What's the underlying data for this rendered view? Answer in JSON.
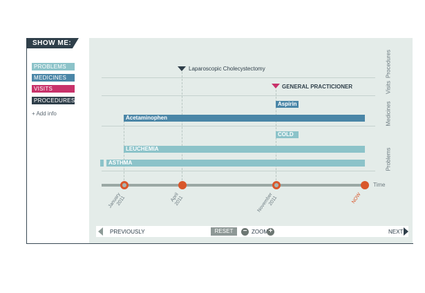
{
  "sidebar": {
    "title": "SHOW ME:",
    "filters": [
      {
        "label": "PROBLEMS",
        "color": "#8cc3c9"
      },
      {
        "label": "MEDICINES",
        "color": "#4a86a7"
      },
      {
        "label": "VISITS",
        "color": "#c8326a"
      },
      {
        "label": "PROCEDURES",
        "color": "#2f3f4a"
      }
    ],
    "add_info": "+ Add info"
  },
  "categories": [
    "Procedures",
    "Visits",
    "Medicines",
    "Problems"
  ],
  "events": {
    "procedure": "Laparoscopic Cholecystectomy",
    "visit": "GENERAL PRACTICIONER"
  },
  "bars": {
    "aspirin": "Aspirin",
    "acetaminophen": "Acetaminophen",
    "cold": "COLD",
    "leuchemia": "LEUCHEMIA",
    "asthma": "ASTHMA"
  },
  "timeline": {
    "time_label": "Time",
    "dates": [
      {
        "line1": "January",
        "line2": "2011"
      },
      {
        "line1": "April",
        "line2": "2011"
      },
      {
        "line1": "November",
        "line2": "2011"
      },
      {
        "line1": "NOW",
        "line2": ""
      }
    ]
  },
  "nav": {
    "previous": "PREVIOUSLY",
    "reset": "RESET",
    "zoom": "ZOOM",
    "next": "NEXT"
  },
  "colors": {
    "problems": "#8cc3c9",
    "medicines": "#4a86a7",
    "visits": "#c8326a",
    "procedures": "#2f3f4a",
    "accent": "#d9572b"
  }
}
